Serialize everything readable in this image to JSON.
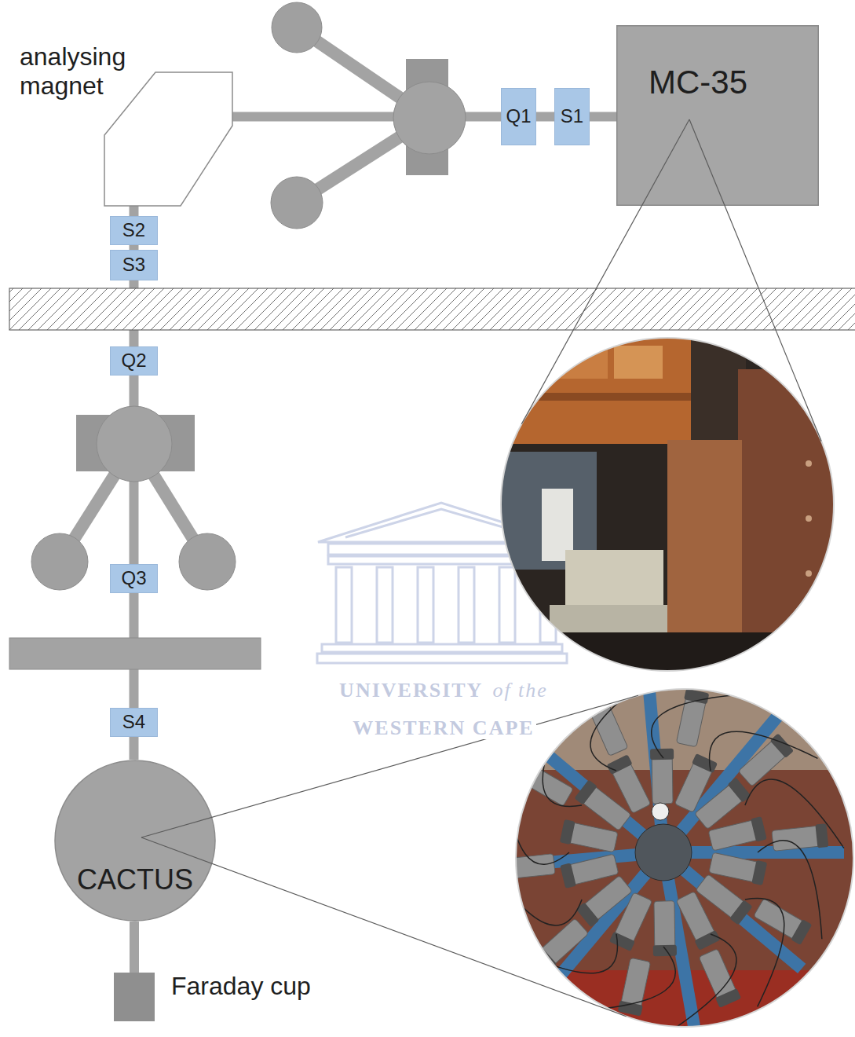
{
  "diagram": {
    "nodes": [
      {
        "text": [
          "analysing magnet"
        ]
      },
      {
        "text": [
          "Q1"
        ]
      },
      {
        "text": [
          "S1"
        ]
      },
      {
        "text": [
          "MC-35"
        ]
      },
      {
        "text": [
          "S2"
        ]
      },
      {
        "text": [
          "S3"
        ]
      },
      {
        "text": [
          "Q2"
        ]
      },
      {
        "text": [
          "Q3"
        ]
      },
      {
        "text": [
          "S4"
        ]
      },
      {
        "text": [
          "CACTUS"
        ]
      },
      {
        "text": [
          "Faraday cup"
        ]
      }
    ],
    "edges": [
      {
        "from": 3,
        "to": 2,
        "arrow": "none"
      },
      {
        "from": 2,
        "to": 1,
        "arrow": "none"
      },
      {
        "from": 1,
        "to": 0,
        "arrow": "none"
      },
      {
        "from": 0,
        "to": 4,
        "arrow": "none"
      },
      {
        "from": 4,
        "to": 5,
        "arrow": "none"
      },
      {
        "from": 5,
        "to": 6,
        "arrow": "none"
      },
      {
        "from": 6,
        "to": 7,
        "arrow": "none"
      },
      {
        "from": 7,
        "to": 8,
        "arrow": "none"
      },
      {
        "from": 8,
        "to": 9,
        "arrow": "none"
      },
      {
        "from": 9,
        "to": 10,
        "arrow": "none"
      }
    ],
    "labels": [
      "UNIVERSITY",
      "of the",
      "WESTERN CAPE"
    ]
  }
}
